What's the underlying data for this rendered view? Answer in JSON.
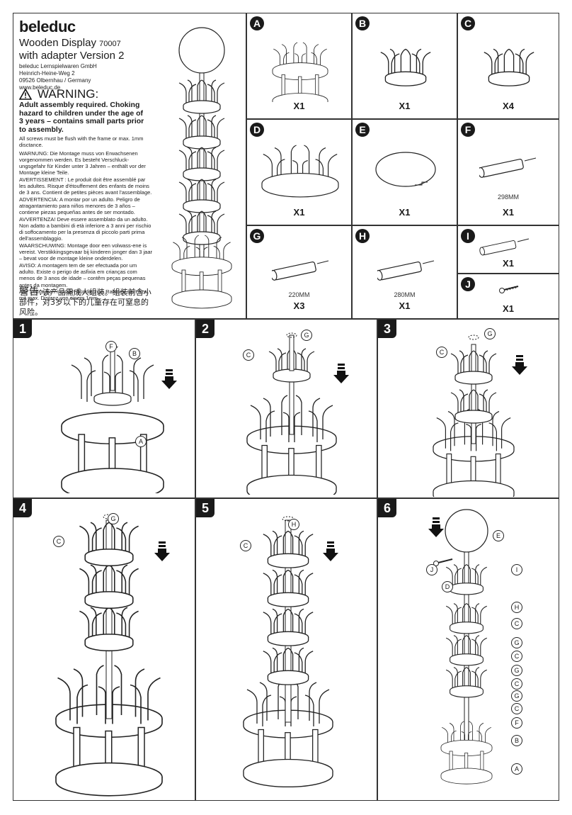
{
  "brand": "beleduc",
  "product": {
    "title": "Wooden Display",
    "code": "70007",
    "subtitle": "with adapter Version 2"
  },
  "address": [
    "beleduc Lernspielwaren GmbH",
    "Heinrich-Heine-Weg 2",
    "09526 Olbernhau / Germany",
    "www.beleduc.de"
  ],
  "warning": {
    "heading": "WARNING:",
    "bold": "Adult assembly required. Choking hazard to children under the age of 3 years – contains small parts prior to assembly.",
    "lines": [
      "All screws must be flush with the frame or max. 1mm disctance.",
      "WARNUNG: Die Montage muss von Erwachsenen vorgenommen werden. Es besteht Verschluck-ungsgefahr für Kinder unter 3 Jahren – enthält vor der Montage kleine Teile.",
      "AVERTISSEMENT : Le produit doit être assemblé par les adultes. Risque d'étouffement des enfants de moins de 3 ans. Contient de petites pièces avant l'assemblage.",
      "ADVERTENCIA: A montar por un adulto. Peligro de atragantamiento para niños menores de 3 años – contiene piezas pequeñas antes de ser montado.",
      "AVVERTENZA! Deve essere assemblato da un adulto. Non adatto a bambini di età inferiore a 3 anni per rischio di soffocamento per la presenza di piccolo parti prima dell'assemblaggio.",
      "WAARSCHUWING: Montage door een volwass-ene is vereist. Verstikkingsgevaar bij kinderen jonger dan 3 jaar – bevat voor de montage kleine onderdelen.",
      "AVISO: A montagem tem de ser efectuada por um adulto. Existe o perigo de asfixia em crianças com menos de 3 anos de idade – contêm peças pequenas antes da montagem.",
      "Alle Schrauben müssen bündig zum Rahmen sein bzw. mit max. Distanz von einem 1mm."
    ],
    "cn_label": "警告:",
    "cn_text": "该产品需成人组装。组装前含小部件，对3岁以下的儿童存在可窒息的风险。"
  },
  "parts": [
    {
      "id": "A",
      "qty": "X1",
      "dim": ""
    },
    {
      "id": "B",
      "qty": "X1",
      "dim": ""
    },
    {
      "id": "C",
      "qty": "X4",
      "dim": ""
    },
    {
      "id": "D",
      "qty": "X1",
      "dim": ""
    },
    {
      "id": "E",
      "qty": "X1",
      "dim": ""
    },
    {
      "id": "F",
      "qty": "X1",
      "dim": "298MM"
    },
    {
      "id": "G",
      "qty": "X3",
      "dim": "220MM"
    },
    {
      "id": "H",
      "qty": "X1",
      "dim": "280MM"
    },
    {
      "id": "I",
      "qty": "X1",
      "dim": ""
    },
    {
      "id": "J",
      "qty": "X1",
      "dim": ""
    }
  ],
  "steps": [
    {
      "num": "1",
      "callouts": [
        "F",
        "B",
        "A"
      ]
    },
    {
      "num": "2",
      "callouts": [
        "G",
        "C"
      ]
    },
    {
      "num": "3",
      "callouts": [
        "G",
        "C"
      ]
    },
    {
      "num": "4",
      "callouts": [
        "G",
        "C"
      ]
    },
    {
      "num": "5",
      "callouts": [
        "H",
        "C"
      ]
    },
    {
      "num": "6",
      "callouts": [
        "E",
        "J",
        "I",
        "D",
        "H",
        "C",
        "G",
        "C",
        "G",
        "C",
        "G",
        "C",
        "F",
        "B",
        "A"
      ]
    }
  ]
}
